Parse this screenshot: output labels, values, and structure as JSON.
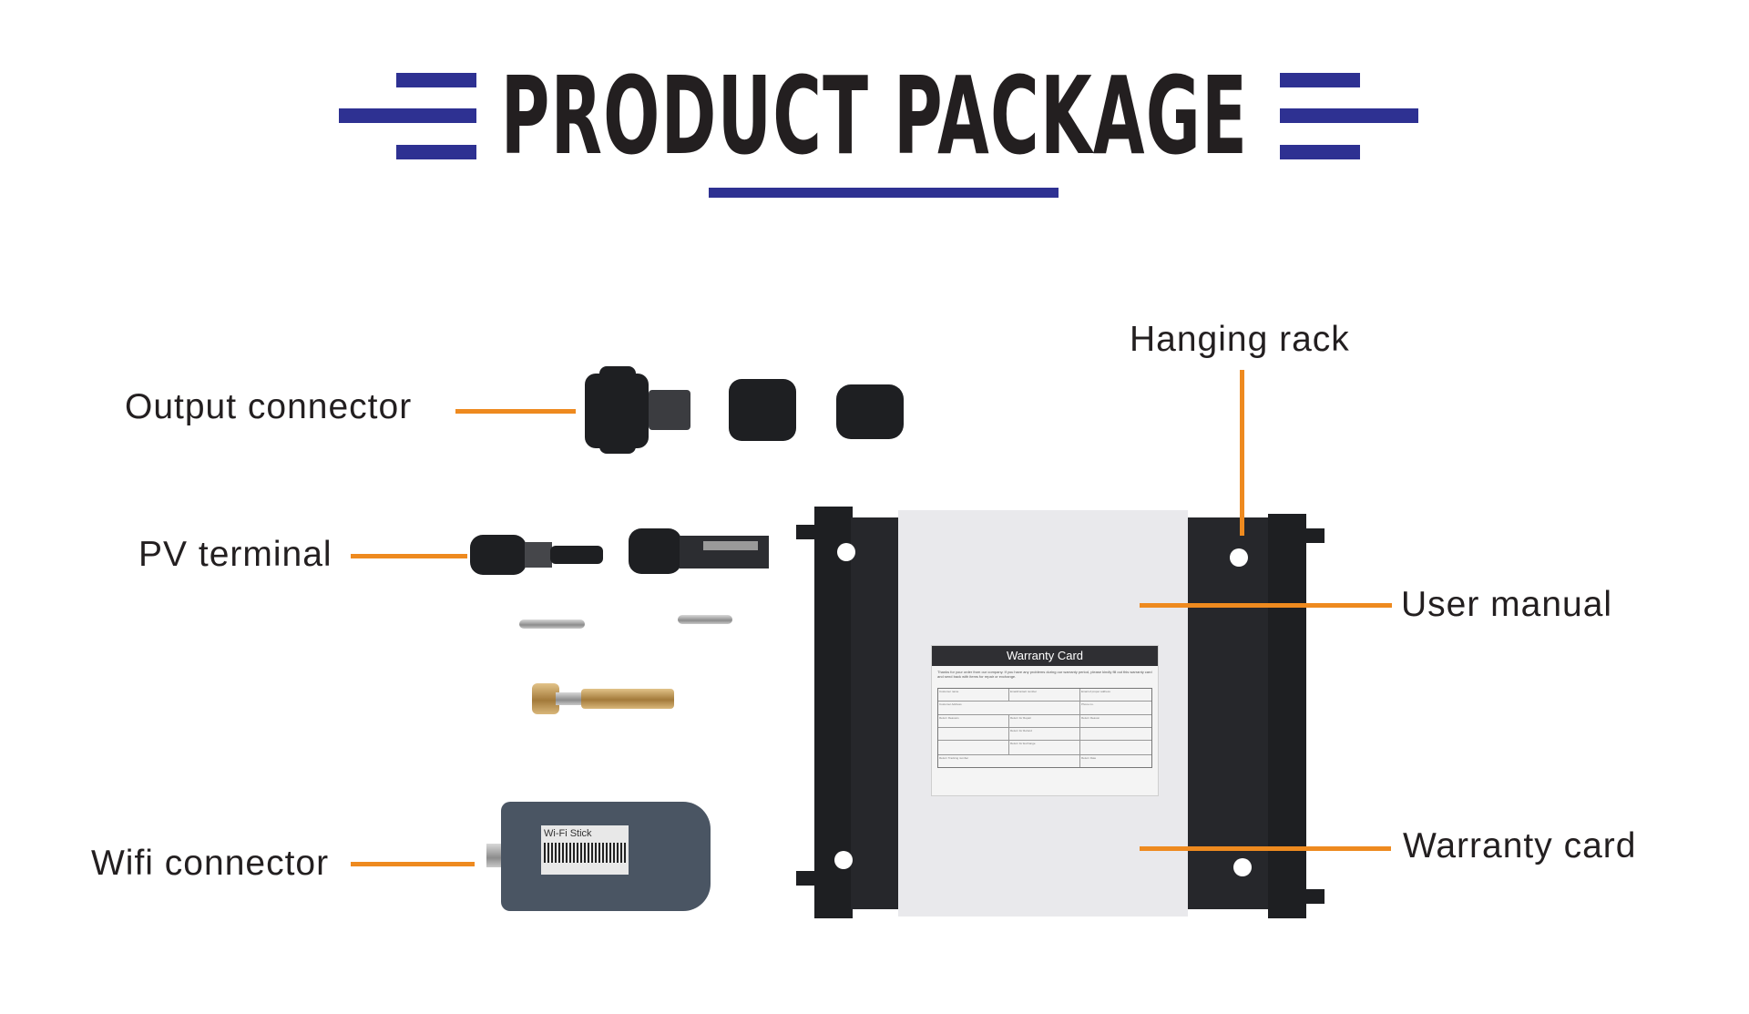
{
  "header": {
    "title": "PRODUCT PACKAGE",
    "accent_color": "#2e3192"
  },
  "labels": {
    "output_connector": "Output connector",
    "pv_terminal": "PV terminal",
    "wifi_connector": "Wifi connector",
    "hanging_rack": "Hanging rack",
    "user_manual": "User manual",
    "warranty_card": "Warranty card"
  },
  "leader_color": "#ee8a1f",
  "warranty_card": {
    "heading": "Warranty Card",
    "intro": "Thanks for your order from our company. If you have any problems during our warranty period, please kindly fill out this warranty card and send back with items for repair or exchange.",
    "fields": [
      "Customer name",
      "Email/contact number",
      "Email of proper address",
      "Customer Address",
      "Phone no.",
      "Return Reasons",
      "Return for Repair",
      "Return for Refund",
      "Return for Exchange",
      "Return Reason",
      "Return Tracking number",
      "Return Date"
    ]
  },
  "wifi_stick_label": "Wi-Fi Stick"
}
